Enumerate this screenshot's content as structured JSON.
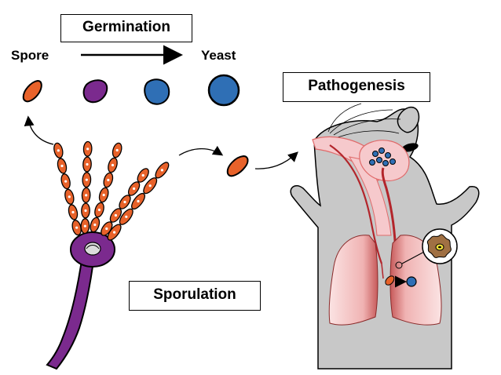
{
  "labels": {
    "germination": "Germination",
    "spore": "Spore",
    "yeast": "Yeast",
    "pathogenesis": "Pathogenesis",
    "sporulation": "Sporulation"
  },
  "colors": {
    "spore_orange": "#e8622a",
    "purple": "#7b2a8e",
    "blue": "#2f6fb5",
    "mouse_gray": "#c8c8c8",
    "tissue_pink": "#f6c9cc",
    "vessel_red": "#b3252b",
    "macrophage_brown": "#a07043"
  }
}
